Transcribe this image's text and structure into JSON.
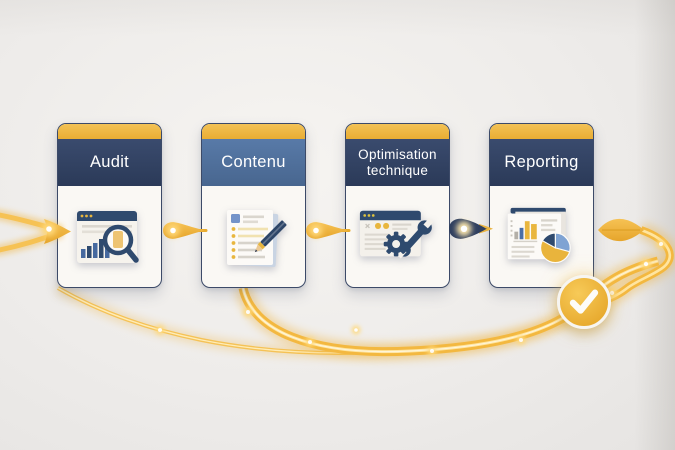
{
  "steps": [
    {
      "title": "Audit",
      "icon": "audit-analytics-magnifier-icon",
      "header_color": "#2e3e5e"
    },
    {
      "title": "Contenu",
      "icon": "content-document-pencil-icon",
      "header_color": "#4f6f9f"
    },
    {
      "title": "Optimisation technique",
      "icon": "technical-browser-gear-wrench-icon",
      "header_color": "#2e3e5e"
    },
    {
      "title": "Reporting",
      "icon": "reporting-bar-pie-chart-icon",
      "header_color": "#2e3e5e"
    }
  ],
  "connectors": [
    {
      "name": "pen-nib-connector-1",
      "color": "#efb53e"
    },
    {
      "name": "pen-nib-connector-2",
      "color": "#efb53e"
    },
    {
      "name": "pen-nib-connector-3",
      "color": "#2e3e5e"
    },
    {
      "name": "end-arrow",
      "color": "#efb53e"
    }
  ],
  "badge": {
    "name": "success-check-badge",
    "symbol": "checkmark",
    "color": "#eab33f"
  },
  "flow": {
    "direction": "left-to-right",
    "style": "glowing-yellow-ribbon"
  },
  "colors": {
    "accent_yellow": "#efb53e",
    "glow_yellow": "#ffe9ae",
    "navy": "#2e3e5e",
    "slate_blue": "#4f6f9f",
    "card_body": "#faf8f4",
    "background": "#eeecea"
  }
}
